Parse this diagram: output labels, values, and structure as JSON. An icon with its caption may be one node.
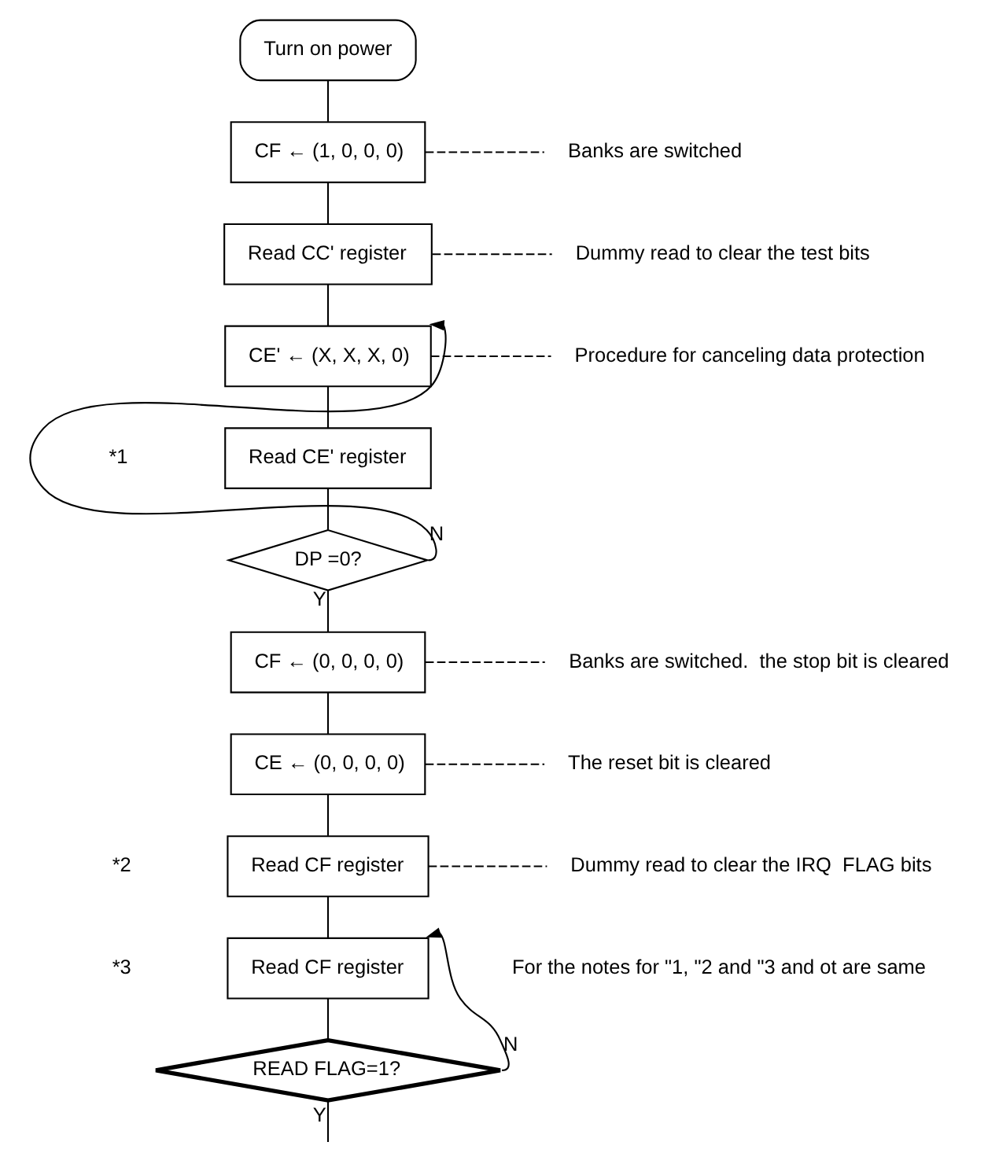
{
  "diagram": {
    "nodes": [
      {
        "text": [
          "Turn on power"
        ]
      },
      {
        "text": [
          "CF ← (1, 0, 0, 0)"
        ]
      },
      {
        "text": [
          "Banks are switched"
        ]
      },
      {
        "text": [
          "Read CC' register"
        ]
      },
      {
        "text": [
          "Dummy read to clear the test bits"
        ]
      },
      {
        "text": [
          "CE' ← (X, X, X, 0)"
        ]
      },
      {
        "text": [
          "Procedure for canceling data protection"
        ]
      },
      {
        "text": [
          "Read CE' register"
        ]
      },
      {
        "text": [
          "DP =0?"
        ]
      },
      {
        "text": [
          "CF ← (0, 0, 0, 0)"
        ]
      },
      {
        "text": [
          "Banks are switched.  the stop bit is cleared"
        ]
      },
      {
        "text": [
          "CE ← (0, 0, 0, 0)"
        ]
      },
      {
        "text": [
          "The reset bit is cleared"
        ]
      },
      {
        "text": [
          "Read CF register"
        ]
      },
      {
        "text": [
          "Dummy read to clear the IRQ  FLAG bits"
        ]
      },
      {
        "text": [
          "Read CF register"
        ]
      },
      {
        "text": [
          "READ FLAG=1?"
        ]
      }
    ],
    "edges": [
      {
        "from": 0,
        "to": 1,
        "arrow": "none"
      },
      {
        "from": 1,
        "to": 2,
        "arrow": "none",
        "style": "dashed"
      },
      {
        "from": 1,
        "to": 3,
        "arrow": "none"
      },
      {
        "from": 3,
        "to": 4,
        "arrow": "none",
        "style": "dashed"
      },
      {
        "from": 3,
        "to": 5,
        "arrow": "none"
      },
      {
        "from": 5,
        "to": 6,
        "arrow": "none",
        "style": "dashed"
      },
      {
        "from": 5,
        "to": 7,
        "arrow": "none"
      },
      {
        "from": 7,
        "to": 8,
        "arrow": "none"
      },
      {
        "from": 8,
        "to": 5,
        "arrow": "to",
        "label": "N"
      },
      {
        "from": 8,
        "to": 9,
        "arrow": "none",
        "label": "Y"
      },
      {
        "from": 9,
        "to": 10,
        "arrow": "none",
        "style": "dashed"
      },
      {
        "from": 9,
        "to": 11,
        "arrow": "none"
      },
      {
        "from": 11,
        "to": 12,
        "arrow": "none",
        "style": "dashed"
      },
      {
        "from": 11,
        "to": 13,
        "arrow": "none"
      },
      {
        "from": 13,
        "to": 14,
        "arrow": "none",
        "style": "dashed"
      },
      {
        "from": 13,
        "to": 15,
        "arrow": "none"
      },
      {
        "from": 15,
        "to": 16,
        "arrow": "none"
      },
      {
        "from": 16,
        "to": 15,
        "arrow": "to",
        "label": "N"
      },
      {
        "from": 16,
        "to": null,
        "arrow": "none",
        "label": "Y"
      }
    ],
    "labels": [
      "*1",
      "*2",
      "*3",
      "For the notes for \"1, \"2 and \"3 and ot are same"
    ]
  }
}
